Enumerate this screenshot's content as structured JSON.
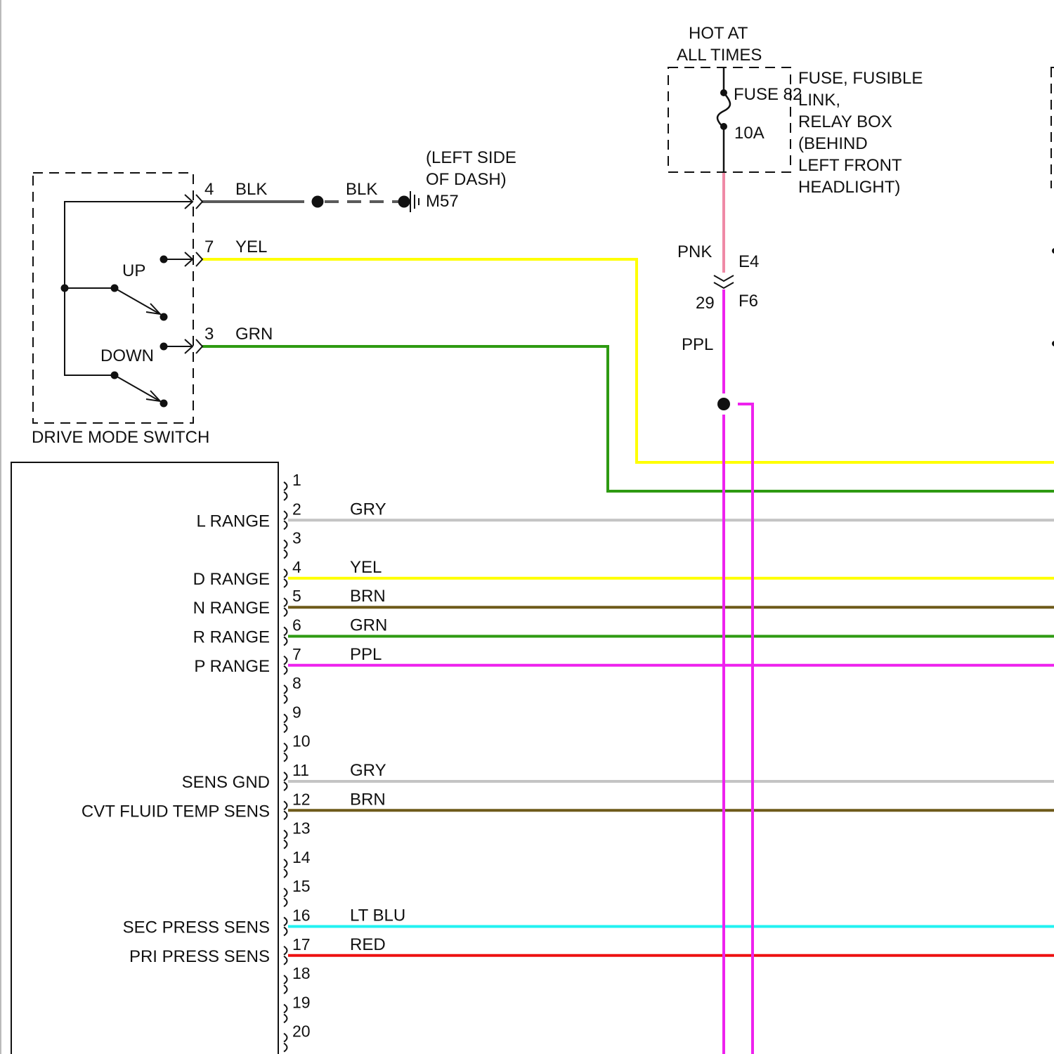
{
  "colors": {
    "blk": "#5a5a5a",
    "yel": "#ffff00",
    "grn": "#2e9a12",
    "gry": "#c4c4c4",
    "brn": "#6e5a1a",
    "ppl": "#ee22ee",
    "pnk": "#ef8aa6",
    "ltblu": "#22f2f2",
    "red": "#ee1111",
    "line": "#111111"
  },
  "power": {
    "hot_line1": "HOT AT",
    "hot_line2": "ALL TIMES",
    "fuse_name": "FUSE 82",
    "fuse_rating": "10A",
    "box_line1": "FUSE, FUSIBLE",
    "box_line2": "LINK,",
    "box_line3": "RELAY BOX",
    "box_line4": "(BEHIND",
    "box_line5": "LEFT FRONT",
    "box_line6": "HEADLIGHT)",
    "wire_in_color": "PNK",
    "connector_top": "E4",
    "connector_pin": "29",
    "connector_bottom": "F6",
    "wire_out_color": "PPL"
  },
  "ground": {
    "location_line1": "(LEFT SIDE",
    "location_line2": "OF DASH)",
    "ground_id": "M57"
  },
  "switch": {
    "name": "DRIVE MODE SWITCH",
    "up_label": "UP",
    "down_label": "DOWN",
    "pins": [
      {
        "pin": "4",
        "color_code": "BLK",
        "splice_color": "BLK"
      },
      {
        "pin": "7",
        "color_code": "YEL"
      },
      {
        "pin": "3",
        "color_code": "GRN"
      }
    ]
  },
  "module": {
    "pins": [
      {
        "pin": "1",
        "function": "",
        "color_code": ""
      },
      {
        "pin": "2",
        "function": "L RANGE",
        "color_code": "GRY"
      },
      {
        "pin": "3",
        "function": "",
        "color_code": ""
      },
      {
        "pin": "4",
        "function": "D RANGE",
        "color_code": "YEL"
      },
      {
        "pin": "5",
        "function": "N RANGE",
        "color_code": "BRN"
      },
      {
        "pin": "6",
        "function": "R RANGE",
        "color_code": "GRN"
      },
      {
        "pin": "7",
        "function": "P RANGE",
        "color_code": "PPL"
      },
      {
        "pin": "8",
        "function": "",
        "color_code": ""
      },
      {
        "pin": "9",
        "function": "",
        "color_code": ""
      },
      {
        "pin": "10",
        "function": "",
        "color_code": ""
      },
      {
        "pin": "11",
        "function": "SENS GND",
        "color_code": "GRY"
      },
      {
        "pin": "12",
        "function": "CVT FLUID TEMP SENS",
        "color_code": "BRN"
      },
      {
        "pin": "13",
        "function": "",
        "color_code": ""
      },
      {
        "pin": "14",
        "function": "",
        "color_code": ""
      },
      {
        "pin": "15",
        "function": "",
        "color_code": ""
      },
      {
        "pin": "16",
        "function": "SEC PRESS SENS",
        "color_code": "LT BLU"
      },
      {
        "pin": "17",
        "function": "PRI PRESS SENS",
        "color_code": "RED"
      },
      {
        "pin": "18",
        "function": "",
        "color_code": ""
      },
      {
        "pin": "19",
        "function": "",
        "color_code": ""
      },
      {
        "pin": "20",
        "function": "",
        "color_code": ""
      }
    ]
  }
}
